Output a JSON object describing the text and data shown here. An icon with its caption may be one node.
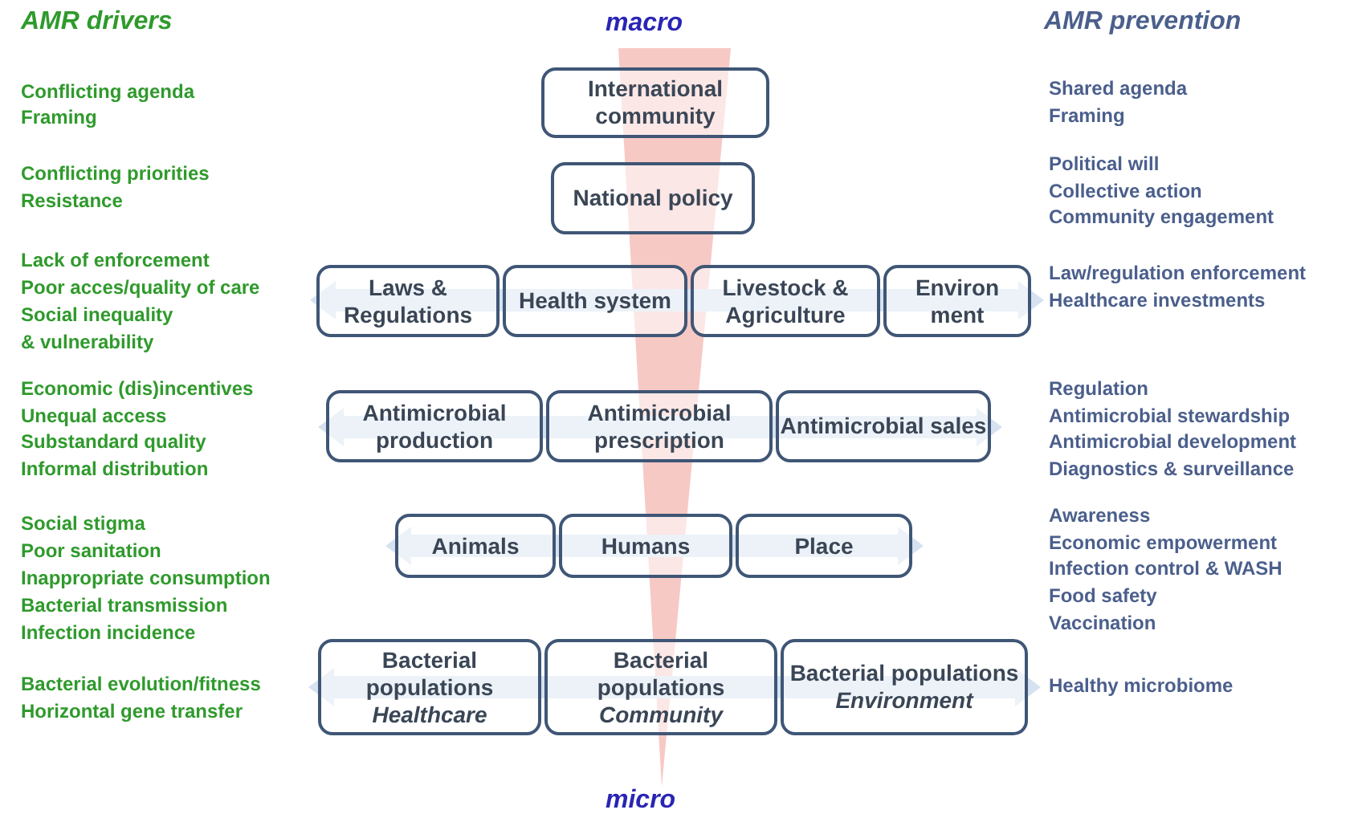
{
  "diagram": {
    "nodes": [
      {
        "text": [
          "International community"
        ]
      },
      {
        "text": [
          "National policy"
        ]
      },
      {
        "text": [
          "Laws & Regulations"
        ]
      },
      {
        "text": [
          "Health system"
        ]
      },
      {
        "text": [
          "Livestock & Agriculture"
        ]
      },
      {
        "text": [
          "Environ ment"
        ]
      },
      {
        "text": [
          "Antimicrobial production"
        ]
      },
      {
        "text": [
          "Antimicrobial prescription"
        ]
      },
      {
        "text": [
          "Antimicrobial sales"
        ]
      },
      {
        "text": [
          "Animals"
        ]
      },
      {
        "text": [
          "Humans"
        ]
      },
      {
        "text": [
          "Place"
        ]
      },
      {
        "text": [
          "Bacterial populations",
          "Healthcare"
        ]
      },
      {
        "text": [
          "Bacterial populations",
          "Community"
        ]
      },
      {
        "text": [
          "Bacterial populations",
          "Environment"
        ]
      }
    ],
    "edges": [],
    "labels": [
      "AMR drivers",
      "macro",
      "AMR prevention",
      "Conflicting agenda",
      "Framing",
      "Conflicting priorities",
      "Resistance",
      "Lack of enforcement",
      "Poor acces/quality of care",
      "Social inequality",
      "& vulnerability",
      "Economic (dis)incentives",
      "Unequal access",
      "Substandard quality",
      "Informal distribution",
      "Social stigma",
      "Poor sanitation",
      "Inappropriate consumption",
      "Bacterial transmission",
      "Infection incidence",
      "Bacterial evolution/fitness",
      "Horizontal gene transfer",
      "Shared agenda",
      "Framing",
      "Political will",
      "Collective action",
      "Community engagement",
      "Law/regulation enforcement",
      "Healthcare investments",
      "Regulation",
      "Antimicrobial stewardship",
      "Antimicrobial development",
      "Diagnostics & surveillance",
      "Awareness",
      "Economic empowerment",
      "Infection control & WASH",
      "Food safety",
      "Vaccination",
      "Healthy microbiome",
      "micro"
    ]
  }
}
